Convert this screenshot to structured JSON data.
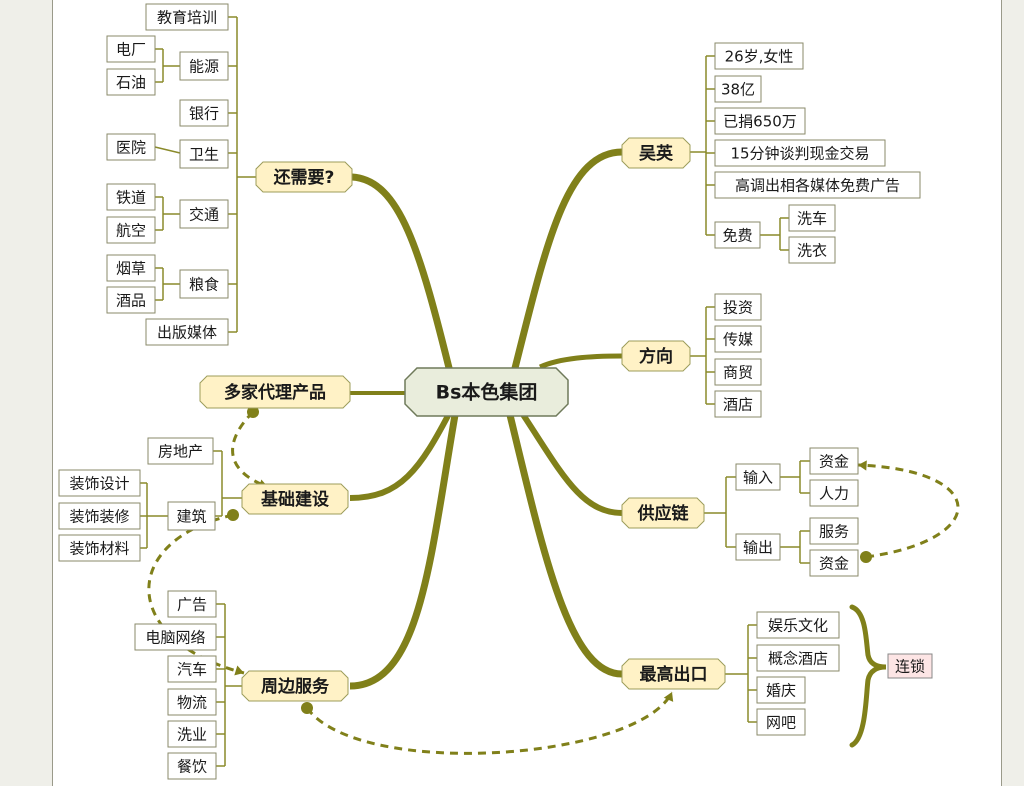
{
  "colors": {
    "branch": "#80801a",
    "line": "#8a8a2a",
    "main_fill": "#fff2c6",
    "main_stroke": "#9c9c5a",
    "leaf_fill": "#ffffff",
    "leaf_stroke": "#8a8a6a",
    "root_fill": "#e9eddc",
    "root_stroke": "#6f7a5a",
    "tag_fill": "#fde5e5",
    "tag_stroke": "#888888",
    "bg": "#efefe9"
  },
  "root": {
    "label": "Bs本色集团"
  },
  "branches": {
    "huanxuyao": {
      "label": "还需要?",
      "jiaoyu": "教育培训",
      "nengyuan": "能源",
      "dianchang": "电厂",
      "shiyou": "石油",
      "yinhang": "银行",
      "weisheng": "卫生",
      "yiyuan": "医院",
      "jiaotong": "交通",
      "tiedao": "铁道",
      "hangkong": "航空",
      "liangshi": "粮食",
      "yancao": "烟草",
      "jiupin": "酒品",
      "chuban": "出版媒体"
    },
    "duojia": {
      "label": "多家代理产品"
    },
    "jichu": {
      "label": "基础建设",
      "fangdichan": "房地产",
      "jianzhu": "建筑",
      "zs_sheji": "装饰设计",
      "zs_zhuangxiu": "装饰装修",
      "zs_cailiao": "装饰材料"
    },
    "zhoubian": {
      "label": "周边服务",
      "guanggao": "广告",
      "diannao": "电脑网络",
      "qiche": "汽车",
      "wuliu": "物流",
      "xiye": "洗业",
      "canyin": "餐饮"
    },
    "wuying": {
      "label": "吴英",
      "age": "26岁,女性",
      "amount": "38亿",
      "donated": "已捐650万",
      "deal": "15分钟谈判现金交易",
      "media": "高调出相各媒体免费广告",
      "free": "免费",
      "xiche": "洗车",
      "xiyi": "洗衣"
    },
    "fangxiang": {
      "label": "方向",
      "touzi": "投资",
      "chuanmei": "传媒",
      "shangmao": "商贸",
      "jiudian": "酒店"
    },
    "gongying": {
      "label": "供应链",
      "shuru": "输入",
      "zijin1": "资金",
      "renli": "人力",
      "shuchu": "输出",
      "fuwu": "服务",
      "zijin2": "资金"
    },
    "zuigao": {
      "label": "最高出口",
      "yule": "娱乐文化",
      "gainian": "概念酒店",
      "hunqing": "婚庆",
      "wangba": "网吧",
      "liansuo": "连锁"
    }
  }
}
